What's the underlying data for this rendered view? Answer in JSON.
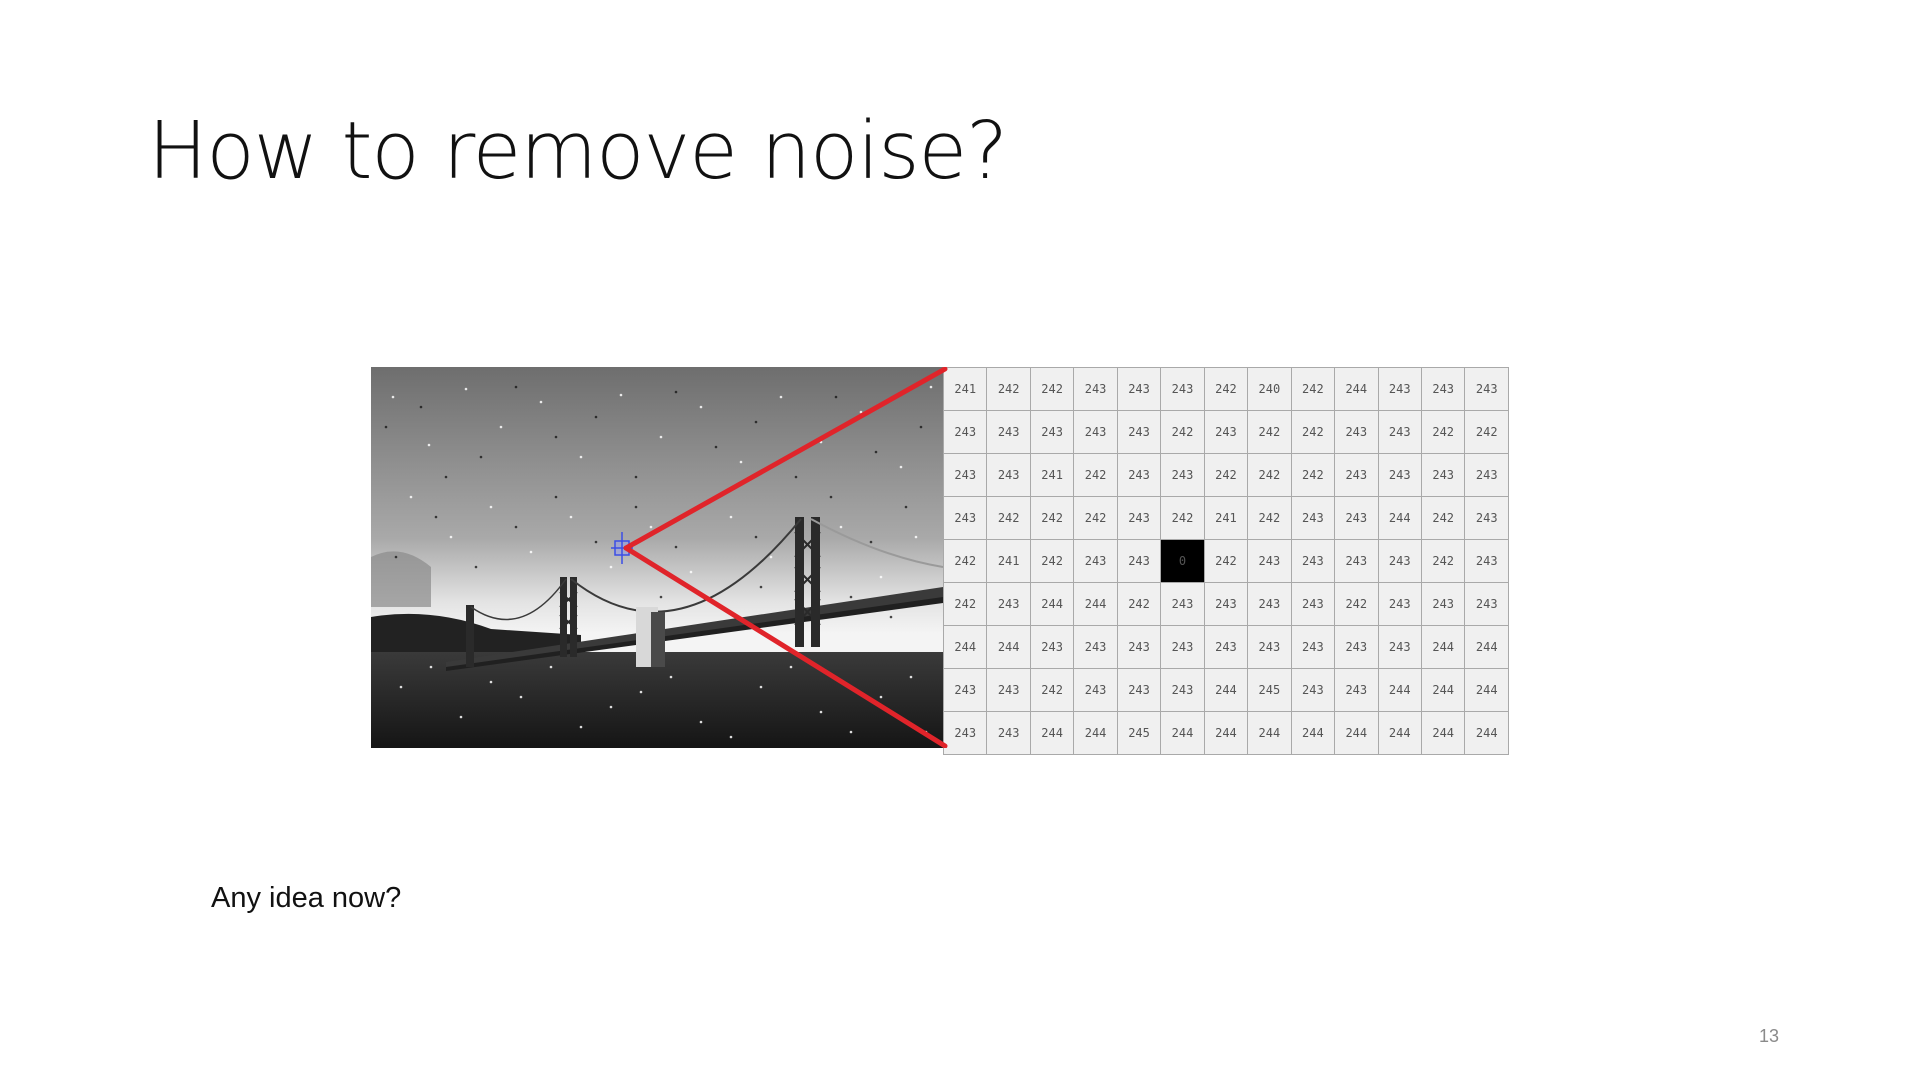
{
  "slide": {
    "title": "How to remove noise?",
    "caption": "Any idea now?",
    "page_number": "13"
  },
  "figure": {
    "image_description_icon": "bridge-photo-with-salt-and-pepper-noise",
    "zoom_line_color": "#e0242a",
    "cursor_color": "#3b4ee6",
    "pixel_values": [
      [
        "241",
        "242",
        "242",
        "243",
        "243",
        "243",
        "242",
        "240",
        "242",
        "244",
        "243",
        "243",
        "243"
      ],
      [
        "243",
        "243",
        "243",
        "243",
        "243",
        "242",
        "243",
        "242",
        "242",
        "243",
        "243",
        "242",
        "242"
      ],
      [
        "243",
        "243",
        "241",
        "242",
        "243",
        "243",
        "242",
        "242",
        "242",
        "243",
        "243",
        "243",
        "243"
      ],
      [
        "243",
        "242",
        "242",
        "242",
        "243",
        "242",
        "241",
        "242",
        "243",
        "243",
        "244",
        "242",
        "243"
      ],
      [
        "242",
        "241",
        "242",
        "243",
        "243",
        "0",
        "242",
        "243",
        "243",
        "243",
        "243",
        "242",
        "243"
      ],
      [
        "242",
        "243",
        "244",
        "244",
        "242",
        "243",
        "243",
        "243",
        "243",
        "242",
        "243",
        "243",
        "243"
      ],
      [
        "244",
        "244",
        "243",
        "243",
        "243",
        "243",
        "243",
        "243",
        "243",
        "243",
        "243",
        "244",
        "244"
      ],
      [
        "243",
        "243",
        "242",
        "243",
        "243",
        "243",
        "244",
        "245",
        "243",
        "243",
        "244",
        "244",
        "244"
      ],
      [
        "243",
        "243",
        "244",
        "244",
        "245",
        "244",
        "244",
        "244",
        "244",
        "244",
        "244",
        "244",
        "244"
      ]
    ]
  }
}
